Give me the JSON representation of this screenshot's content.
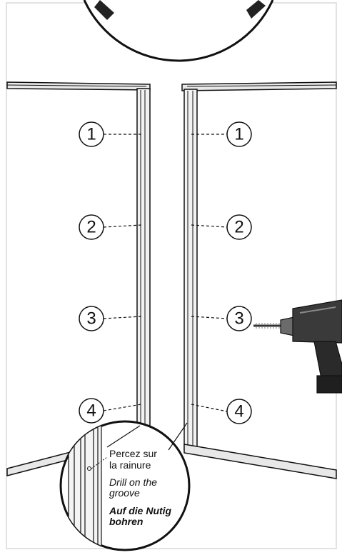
{
  "callouts": {
    "left": [
      "1",
      "2",
      "3",
      "4"
    ],
    "right": [
      "1",
      "2",
      "3",
      "4"
    ]
  },
  "detail_note": {
    "fr_line1": "Percez sur",
    "fr_line2": "la rainure",
    "en_line1": "Drill on the",
    "en_line2": "groove",
    "de_line1": "Auf die Nutig",
    "de_line2": "bohren"
  },
  "icons": [
    "drill-icon",
    "hinge-icon"
  ],
  "colors": {
    "line": "#111111",
    "frame_fill": "#e8e8e8",
    "drill_dark": "#2a2a2a",
    "drill_mid": "#6b6b6b"
  }
}
